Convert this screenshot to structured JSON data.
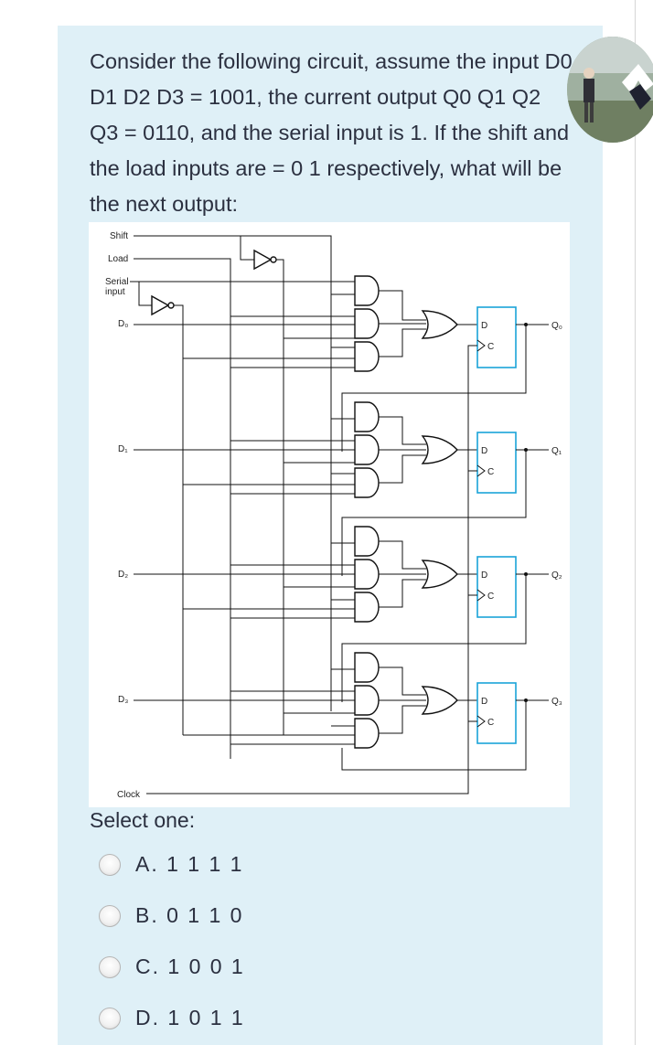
{
  "question": {
    "text": "Consider the following circuit, assume the input D0 D1 D2 D3 = 1001, the current output Q0 Q1 Q2 Q3 = 0110, and the serial input is 1. If the shift and the load inputs are  = 0 1 respectively, what will be the next output:"
  },
  "figure": {
    "labels": {
      "shift": "Shift",
      "load": "Load",
      "serial_line1": "Serial",
      "serial_line2": "input",
      "d0": "D₀",
      "d1": "D₁",
      "d2": "D₂",
      "d3": "D₃",
      "q0": "Q₀",
      "q1": "Q₁",
      "q2": "Q₂",
      "q3": "Q₃",
      "clock": "Clock",
      "ff_d": "D",
      "ff_c": "C"
    }
  },
  "quiz": {
    "select_one": "Select one:",
    "options": [
      {
        "label": "A. 1 1 1 1"
      },
      {
        "label": "B. 0 1 1 0"
      },
      {
        "label": "C. 1 0 0 1"
      },
      {
        "label": "D. 1 0 1 1"
      }
    ]
  },
  "colors": {
    "card_background": "#dff0f7",
    "flip_flop_border": "#1aa3d9",
    "text": "#2b3040"
  },
  "icons": [
    "radio-button-icon",
    "profile-avatar-icon"
  ]
}
